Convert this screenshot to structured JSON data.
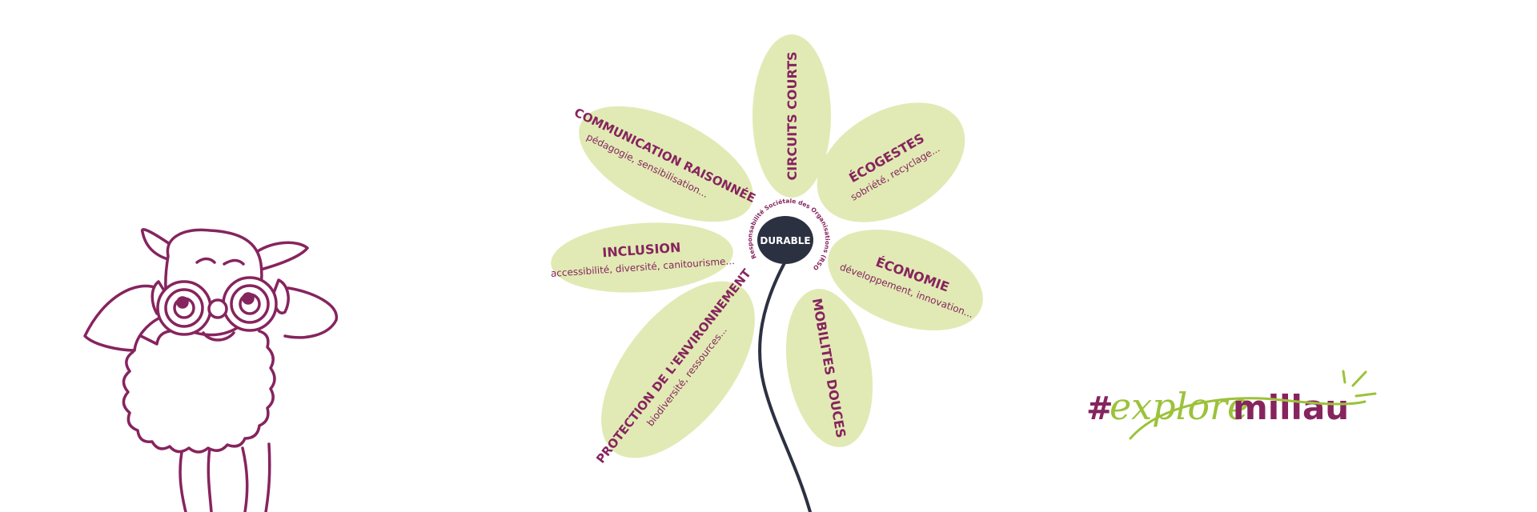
{
  "colors": {
    "petal": "#E1EAB4",
    "text": "#86245E",
    "center": "#2C3142",
    "stem": "#2C3142",
    "lime": "#9CC23A",
    "white": "#ffffff"
  },
  "flower": {
    "center_label": "DURABLE",
    "arc_label": "Responsabilité Sociétale des Organisations (RSO)",
    "petals": [
      {
        "title": "CIRCUITS COURTS",
        "subtitle": ""
      },
      {
        "title": "ÉCOGESTES",
        "subtitle": "sobriété, recyclage..."
      },
      {
        "title": "ÉCONOMIE",
        "subtitle": "développement, innovation..."
      },
      {
        "title": "MOBILITES DOUCES",
        "subtitle": ""
      },
      {
        "title": "PROTECTION DE L'ENVIRONNEMENT",
        "subtitle": "biodiversité, ressources..."
      },
      {
        "title": "INCLUSION",
        "subtitle": "accessibilité, diversité, canitourisme..."
      },
      {
        "title": "COMMUNICATION RAISONNÉE",
        "subtitle": "pédagogie, sensibilisation..."
      }
    ]
  },
  "logo": {
    "hash": "#",
    "explore": "explore",
    "millau": "millau"
  },
  "mascot": {
    "icon": "sheep-with-binoculars-icon"
  }
}
